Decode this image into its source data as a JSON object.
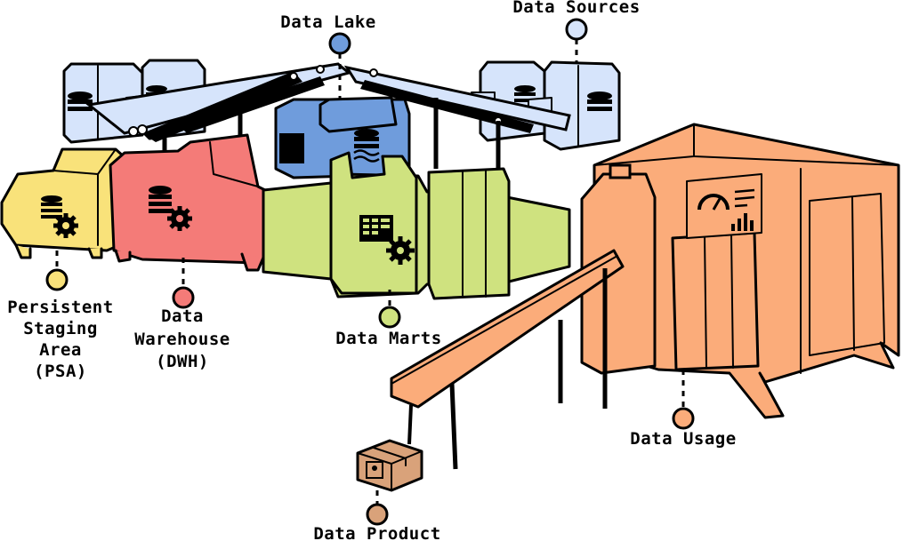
{
  "labels": {
    "data_lake": "Data Lake",
    "data_sources": "Data Sources",
    "psa": [
      "Persistent",
      "Staging",
      "Area",
      "(PSA)"
    ],
    "dwh": [
      "Data",
      "Warehouse",
      "(DWH)"
    ],
    "data_marts": "Data Marts",
    "data_usage": "Data Usage",
    "data_product": "Data Product"
  },
  "colors": {
    "sources": "#d6e4fb",
    "lake": "#6f9cdc",
    "psa": "#f9e27a",
    "dwh": "#f47b78",
    "marts": "#cfe27f",
    "usage": "#fbac7a",
    "product": "#d9a27a"
  },
  "icons": [
    "database-icon",
    "gear-icon",
    "grid-icon",
    "gauge-icon",
    "bar-chart-icon",
    "waves-icon",
    "box-icon"
  ]
}
